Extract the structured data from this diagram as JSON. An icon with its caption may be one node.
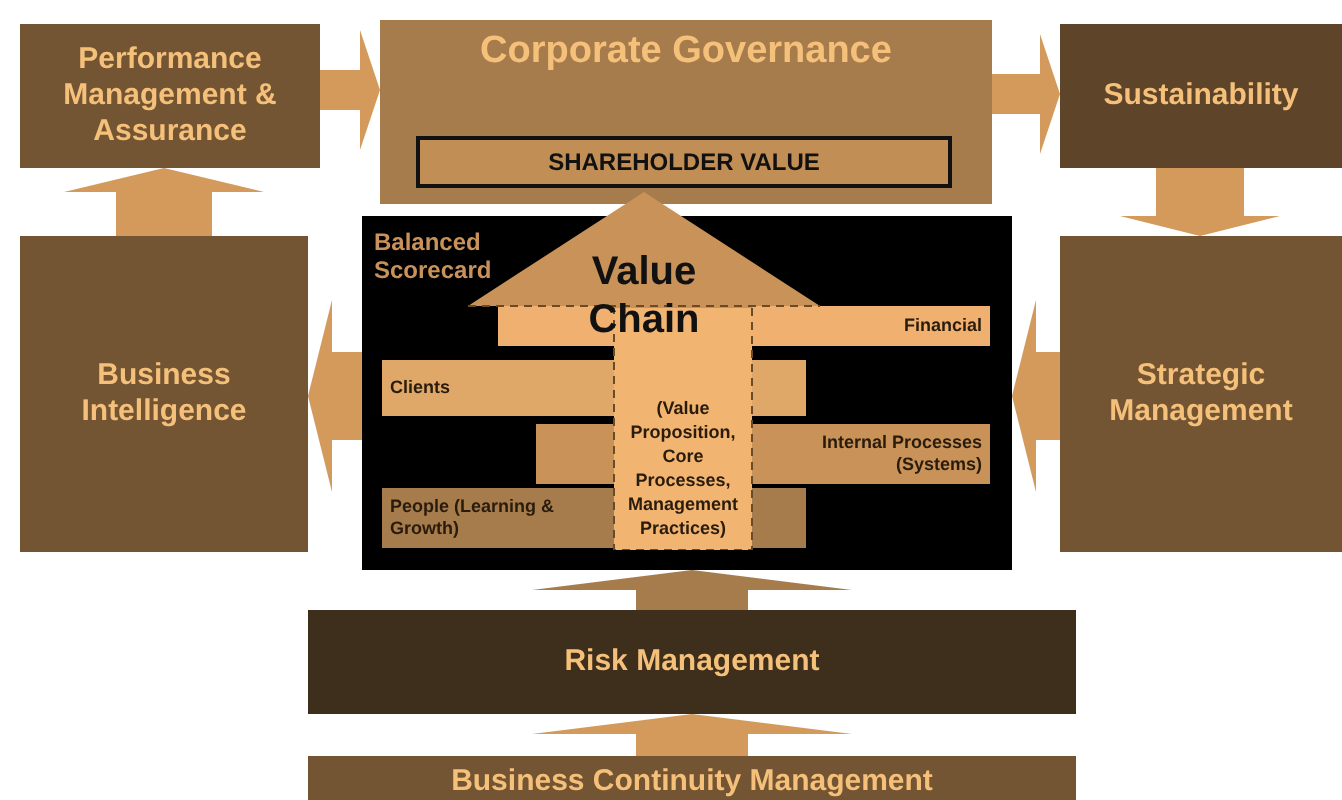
{
  "diagram": {
    "nodes": [
      {
        "text": [
          "Performance Management & Assurance"
        ]
      },
      {
        "text": [
          "Corporate Governance"
        ]
      },
      {
        "text": [
          "SHAREHOLDER VALUE"
        ],
        "in": 1
      },
      {
        "text": [
          "Sustainability"
        ]
      },
      {
        "text": [
          "Business Intelligence"
        ]
      },
      {
        "text": [
          "Balanced Scorecard"
        ]
      },
      {
        "text": [
          "Financial"
        ],
        "in": 5
      },
      {
        "text": [
          "Clients"
        ],
        "in": 5
      },
      {
        "text": [
          "Internal Processes (Systems)"
        ],
        "in": 5
      },
      {
        "text": [
          "People (Learning & Growth)"
        ],
        "in": 5
      },
      {
        "text": [
          "Value Chain",
          "(Value Proposition, Core Processes, Management Practices)"
        ]
      },
      {
        "text": [
          "Strategic Management"
        ]
      },
      {
        "text": [
          "Risk Management"
        ]
      },
      {
        "text": [
          "Business Continuity Management"
        ]
      }
    ],
    "edges": [
      {
        "from": 0,
        "to": 1,
        "arrow": "to"
      },
      {
        "from": 1,
        "to": 3,
        "arrow": "to"
      },
      {
        "from": 3,
        "to": 11,
        "arrow": "to"
      },
      {
        "from": 4,
        "to": 0,
        "arrow": "to"
      },
      {
        "from": 5,
        "to": 4,
        "arrow": "to"
      },
      {
        "from": 11,
        "to": 5,
        "arrow": "to"
      },
      {
        "from": 12,
        "to": 5,
        "arrow": "to",
        "color": "#a67c4c"
      },
      {
        "from": 13,
        "to": 12,
        "arrow": "to"
      }
    ]
  }
}
